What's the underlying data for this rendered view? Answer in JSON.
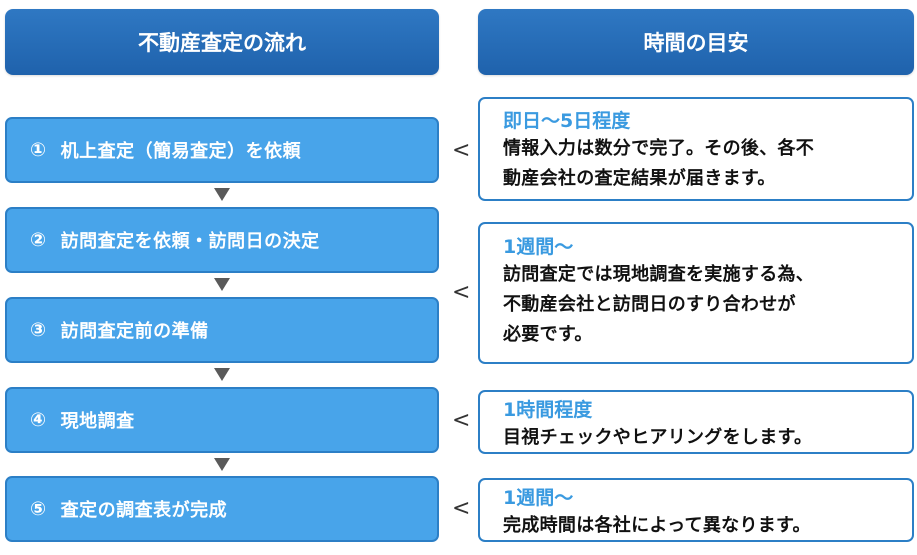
{
  "headers": {
    "flow": "不動産査定の流れ",
    "time": "時間の目安"
  },
  "steps": [
    {
      "num": "①",
      "label": "机上査定（簡易査定）を依頼"
    },
    {
      "num": "②",
      "label": "訪問査定を依頼・訪問日の決定"
    },
    {
      "num": "③",
      "label": "訪問査定前の準備"
    },
    {
      "num": "④",
      "label": "現地調査"
    },
    {
      "num": "⑤",
      "label": "査定の調査表が完成"
    }
  ],
  "pointer_symbol": "<",
  "notes": [
    {
      "title": "即日〜5日程度",
      "lines": [
        "情報入力は数分で完了。その後、各不",
        "動産会社の査定結果が届きます。"
      ]
    },
    {
      "title": "1週間〜",
      "lines": [
        "訪問査定では現地調査を実施する為、",
        "不動産会社と訪問日のすり合わせが",
        "必要です。"
      ]
    },
    {
      "title": "1時間程度",
      "lines": [
        "目視チェックやヒアリングをします。"
      ]
    },
    {
      "title": "1週間〜",
      "lines": [
        "完成時間は各社によって異なります。"
      ]
    }
  ],
  "colors": {
    "header_bg": "#1f62ac",
    "step_bg": "#48a4ea",
    "border": "#2c7fc6",
    "note_title": "#3a9ae0",
    "arrow": "#5a5a5a"
  }
}
